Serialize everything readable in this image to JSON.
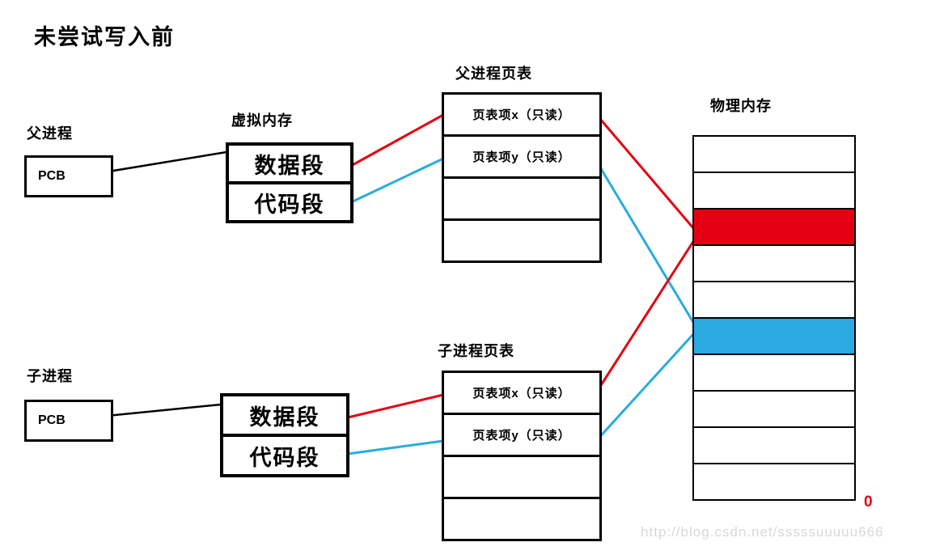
{
  "title": "未尝试写入前",
  "colors": {
    "red": "#e50011",
    "blue": "#29abe2",
    "black": "#000000",
    "watermark": "#d8d8d8"
  },
  "parent": {
    "process_label": "父进程",
    "pcb_label": "PCB",
    "vm_label": "虚拟内存",
    "vm_segments": [
      "数据段",
      "代码段"
    ],
    "page_table_label": "父进程页表",
    "page_table_rows": [
      "页表项x（只读）",
      "页表项y（只读）",
      "",
      ""
    ]
  },
  "child": {
    "process_label": "子进程",
    "pcb_label": "PCB",
    "vm_segments": [
      "数据段",
      "代码段"
    ],
    "page_table_label": "子进程页表",
    "page_table_rows": [
      "页表项x（只读）",
      "页表项y（只读）",
      "",
      ""
    ]
  },
  "physical_memory": {
    "label": "物理内存",
    "row_count": 10,
    "red_row_index": 2,
    "blue_row_index": 5,
    "origin_label": "0"
  },
  "watermark": "http://blog.csdn.net/sssssuuuuu666"
}
